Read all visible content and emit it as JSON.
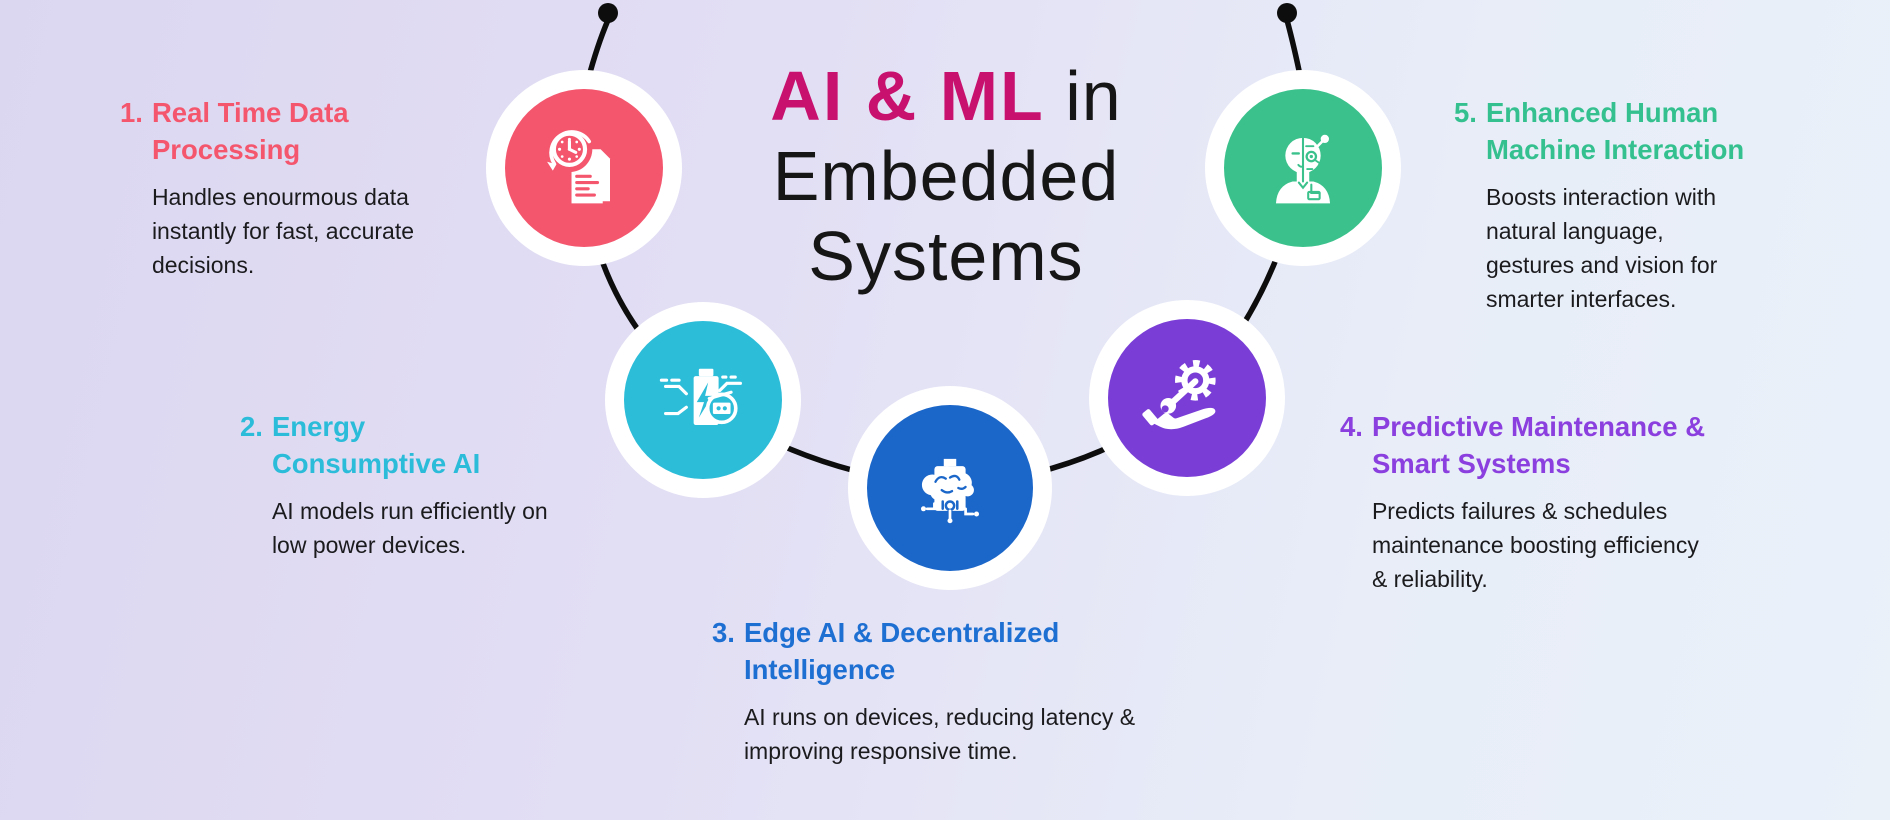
{
  "title": {
    "highlight": "AI & ML",
    "suffix": " in",
    "line2": "Embedded",
    "line3": "Systems"
  },
  "colors": {
    "background_left": "#DCD7F1",
    "background_right": "#EAF1F9",
    "title_highlight": "#C8106E",
    "title_text": "#161616",
    "body_text": "#1B1B1E",
    "connector": "#0D0D0D",
    "ring": "#FFFFFF"
  },
  "items": [
    {
      "number": "1.",
      "heading": "Real Time Data Processing",
      "body": "Handles enourmous data instantly for fast, accurate decisions.",
      "heading_color": "#F4566E",
      "circle_color": "#F4566E",
      "icon": "clock-document-icon"
    },
    {
      "number": "2.",
      "heading": "Energy Consumptive AI",
      "body": "AI models run efficiently on low power devices.",
      "heading_color": "#2BBCD9",
      "circle_color": "#2CBDD9",
      "icon": "battery-energy-icon"
    },
    {
      "number": "3.",
      "heading": "Edge AI & Decentralized Intelligence",
      "body": "AI runs on devices, reducing latency & improving responsive time.",
      "heading_color": "#1E6FD2",
      "circle_color": "#1B66C9",
      "icon": "brain-chip-icon"
    },
    {
      "number": "4.",
      "heading": "Predictive Maintenance & Smart Systems",
      "body": "Predicts failures & schedules maintenance boosting efficiency & reliability.",
      "heading_color": "#8A3FDE",
      "circle_color": "#7A3ED7",
      "icon": "gear-wrench-hand-icon"
    },
    {
      "number": "5.",
      "heading": "Enhanced Human Machine Interaction",
      "body": "Boosts interaction with natural language, gestures and vision for smarter interfaces.",
      "heading_color": "#35C18F",
      "circle_color": "#3BC28C",
      "icon": "human-robot-face-icon"
    }
  ]
}
